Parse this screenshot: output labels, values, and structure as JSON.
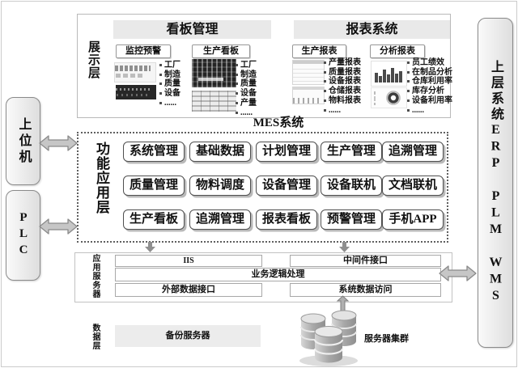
{
  "display_layer": {
    "label": "展示层",
    "kanban": {
      "title": "看板管理",
      "groups": [
        {
          "title": "监控预警",
          "items": [
            "工厂",
            "制造",
            "质量",
            "设备",
            "......"
          ]
        },
        {
          "title": "生产看板",
          "items": [
            "工厂",
            "制造",
            "质量",
            "设备",
            "产量",
            "......"
          ]
        }
      ]
    },
    "report": {
      "title": "报表系统",
      "groups": [
        {
          "title": "生产报表",
          "items": [
            "产量报表",
            "质量报表",
            "设备报表",
            "仓储报表",
            "物料报表",
            "......"
          ]
        },
        {
          "title": "分析报表",
          "items": [
            "员工绩效",
            "在制品分析",
            "仓库利用率",
            "库存分析",
            "设备利用率",
            "......"
          ]
        }
      ]
    },
    "mes_label": "MES系统"
  },
  "function_layer": {
    "label": "功能应用层",
    "modules": [
      [
        "系统管理",
        "基础数据",
        "计划管理",
        "生产管理",
        "追溯管理"
      ],
      [
        "质量管理",
        "物料调度",
        "设备管理",
        "设备联机",
        "文档联机"
      ],
      [
        "生产看板",
        "追溯管理",
        "报表看板",
        "预警管理",
        "手机APP"
      ]
    ]
  },
  "app_server_layer": {
    "label": "应用服务器",
    "iis": "IIS",
    "middleware": "中间件接口",
    "business_logic": "业务逻辑处理",
    "external_data": "外部数据接口",
    "system_data": "系统数据访问"
  },
  "data_layer": {
    "label": "数据层",
    "backup_server": "备份服务器",
    "server_cluster": "服务器集群"
  },
  "left_side": {
    "host": "上位机",
    "plc": "PLC"
  },
  "right_side": {
    "upper_systems": "上层系统ERP PLM WMS"
  },
  "icons": {
    "db": "database-cylinders-icon",
    "double_arrow": "double-arrow-icon",
    "down_arrow": "down-arrow-icon",
    "bar_chart": "bar-chart-thumbnail-icon",
    "donut_chart": "donut-chart-thumbnail-icon"
  },
  "colors": {
    "header_bg": "#e9e9e9",
    "arrow_fill": "#c6c6c6",
    "border": "#8a8a8a"
  }
}
